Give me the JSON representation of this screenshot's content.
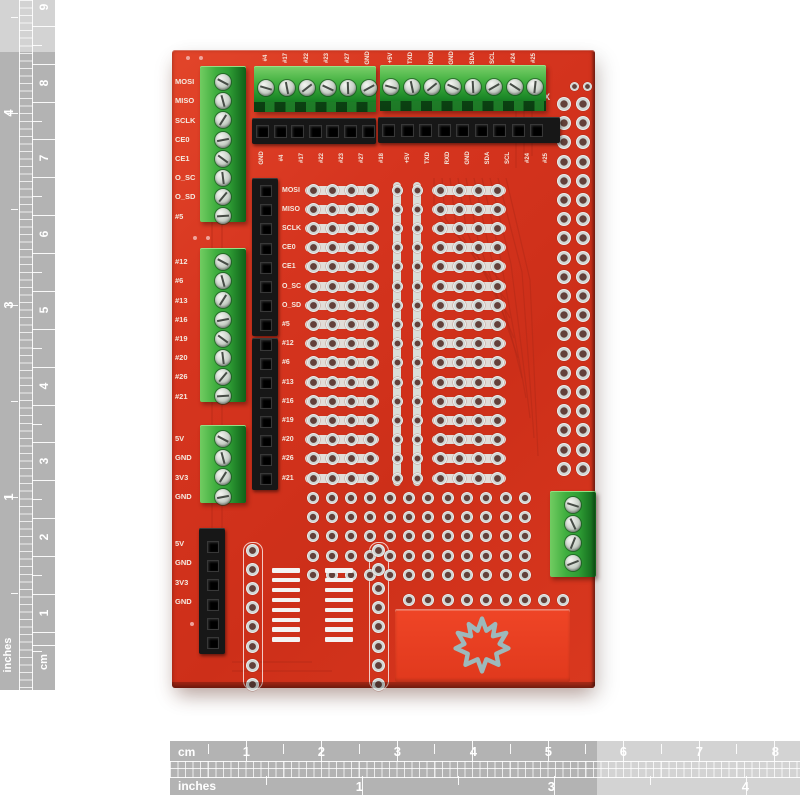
{
  "rulers": {
    "vertical": {
      "cm_label": "cm",
      "inches_label": "inches",
      "cm_numbers": [
        "9",
        "8",
        "7",
        "6",
        "5",
        "4",
        "3",
        "2",
        "1"
      ],
      "cm_number_ys": [
        7,
        83,
        158,
        234,
        310,
        386,
        461,
        537,
        613
      ],
      "inch_numbers": [
        "4",
        "3",
        "1"
      ],
      "inch_number_ys": [
        113,
        305,
        497
      ]
    },
    "horizontal": {
      "cm_label": "cm",
      "inches_label": "inches",
      "cm_numbers": [
        "1",
        "2",
        "3",
        "4",
        "5",
        "6",
        "7",
        "8"
      ],
      "cm_number_xs": [
        245,
        320,
        396,
        472,
        547,
        622,
        698,
        774
      ],
      "inch_numbers": [
        "1",
        "3",
        "4"
      ],
      "inch_number_xs": [
        361,
        553,
        747
      ]
    }
  },
  "board": {
    "silkscreen": {
      "spi_labels": [
        "MOSI",
        "MISO",
        "SCLK",
        "CE0",
        "CE1",
        "O_SC",
        "O_SD",
        "#5"
      ],
      "gpio_labels": [
        "#12",
        "#6",
        "#13",
        "#16",
        "#19",
        "#20",
        "#26",
        "#21"
      ],
      "power_labels": [
        "5V",
        "GND",
        "3V3",
        "GND"
      ],
      "bottom_power_labels": [
        "5V",
        "GND",
        "3V3",
        "GND"
      ],
      "proto_row_labels": [
        "MOSI",
        "MISO",
        "SCLK",
        "CE0",
        "CE1",
        "O_SC",
        "O_SD",
        "#5",
        "#12",
        "#6",
        "#13",
        "#16",
        "#19",
        "#20",
        "#26",
        "#21"
      ],
      "top_row_left_labels": [
        "GND",
        "#4",
        "#17",
        "#22",
        "#23",
        "#27",
        "#18"
      ],
      "top_row_right_labels": [
        "+5V",
        "TXD",
        "RXD",
        "GND",
        "SDA",
        "SCL",
        "#24",
        "#25"
      ],
      "top_edge_left_labels": [
        "#4",
        "#17",
        "#22",
        "#23",
        "#27",
        "GND"
      ],
      "top_edge_right_labels": [
        "+5V",
        "TXD",
        "RXD",
        "GND",
        "SDA",
        "SCL",
        "#24",
        "#25"
      ],
      "corner_mark": "X"
    },
    "colors": {
      "board_red": "#d6351f",
      "terminal_green": "#3aa93e",
      "silk_white": "#f4e9df",
      "pad_silver": "#ececec",
      "logo_silver": "#9db9bb",
      "ruler_gray": "#b3b3b3"
    }
  }
}
